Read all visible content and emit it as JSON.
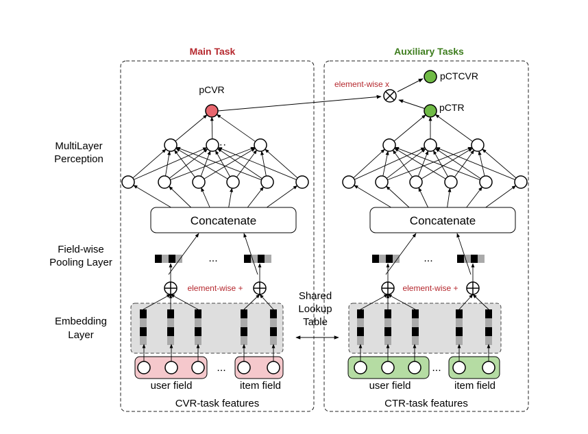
{
  "sections": {
    "main_title": "Main Task",
    "aux_title": "Auxiliary Tasks"
  },
  "row_labels": {
    "mlp_1": "MultiLayer",
    "mlp_2": "Perception",
    "pool_1": "Field-wise",
    "pool_2": "Pooling Layer",
    "emb_1": "Embedding",
    "emb_2": "Layer"
  },
  "outputs": {
    "pcvr": "pCVR",
    "pctr": "pCTR",
    "pctcvr": "pCTCVR",
    "multiply": "element-wise x"
  },
  "concat_label": "Concatenate",
  "plus_label": "element-wise +",
  "ellipsis": "...",
  "dots": "··",
  "shared": {
    "line1": "Shared",
    "line2": "Lookup",
    "line3": "Table"
  },
  "fields": {
    "user": "user field",
    "item": "item field"
  },
  "features": {
    "cvr": "CVR-task features",
    "ctr": "CTR-task features"
  },
  "colors": {
    "pcvr_node": "#e8666e",
    "ctr_nodes": "#6fba45",
    "cvr_fields": "#f5c8cc",
    "ctr_fields": "#b5dca3",
    "embedding_box": "#dedede",
    "accent_text": "#b5282e",
    "aux_title": "#3e7d1e"
  }
}
